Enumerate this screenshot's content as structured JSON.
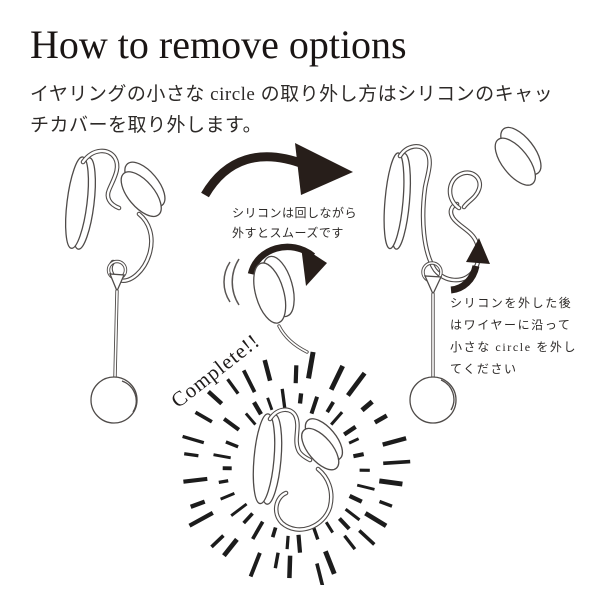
{
  "page": {
    "title": "How to remove options",
    "subtitle": {
      "line1": "イヤリングの小さな circle の取り外し方はシリコンのキャッ",
      "line2": "チカバーを取り外します。"
    }
  },
  "steps": {
    "step1": {
      "illustration": "earring-with-silicone-catch-and-ball-drop"
    },
    "step2": {
      "caption_line1": "シリコンは回しながら",
      "caption_line2": "外すとスムーズです",
      "illustration": "silicone-catch-being-rotated"
    },
    "step3": {
      "caption_line1": "シリコンを外した後",
      "caption_line2": "はワイヤーに沿って",
      "caption_line3": "小さな circle を外し",
      "caption_line4": "てください",
      "illustration": "earring-with-silicone-and-circle-detached"
    },
    "complete": {
      "label": "Complete!!",
      "illustration": "earring-clip-inside-radial-burst"
    }
  },
  "icons": {
    "step_arrow": "curved-right-arrow",
    "rotate_arrow": "rotate-clockwise-arrow",
    "lift_arrow": "curved-up-arrow",
    "burst": "radial-burst-rays"
  },
  "colors": {
    "background": "#ffffff",
    "title_text": "#1a1514",
    "body_text": "#2d2a28",
    "line_art": "#4f4b49",
    "arrow_black": "#271e1a",
    "burst_black": "#1c1c1c"
  }
}
